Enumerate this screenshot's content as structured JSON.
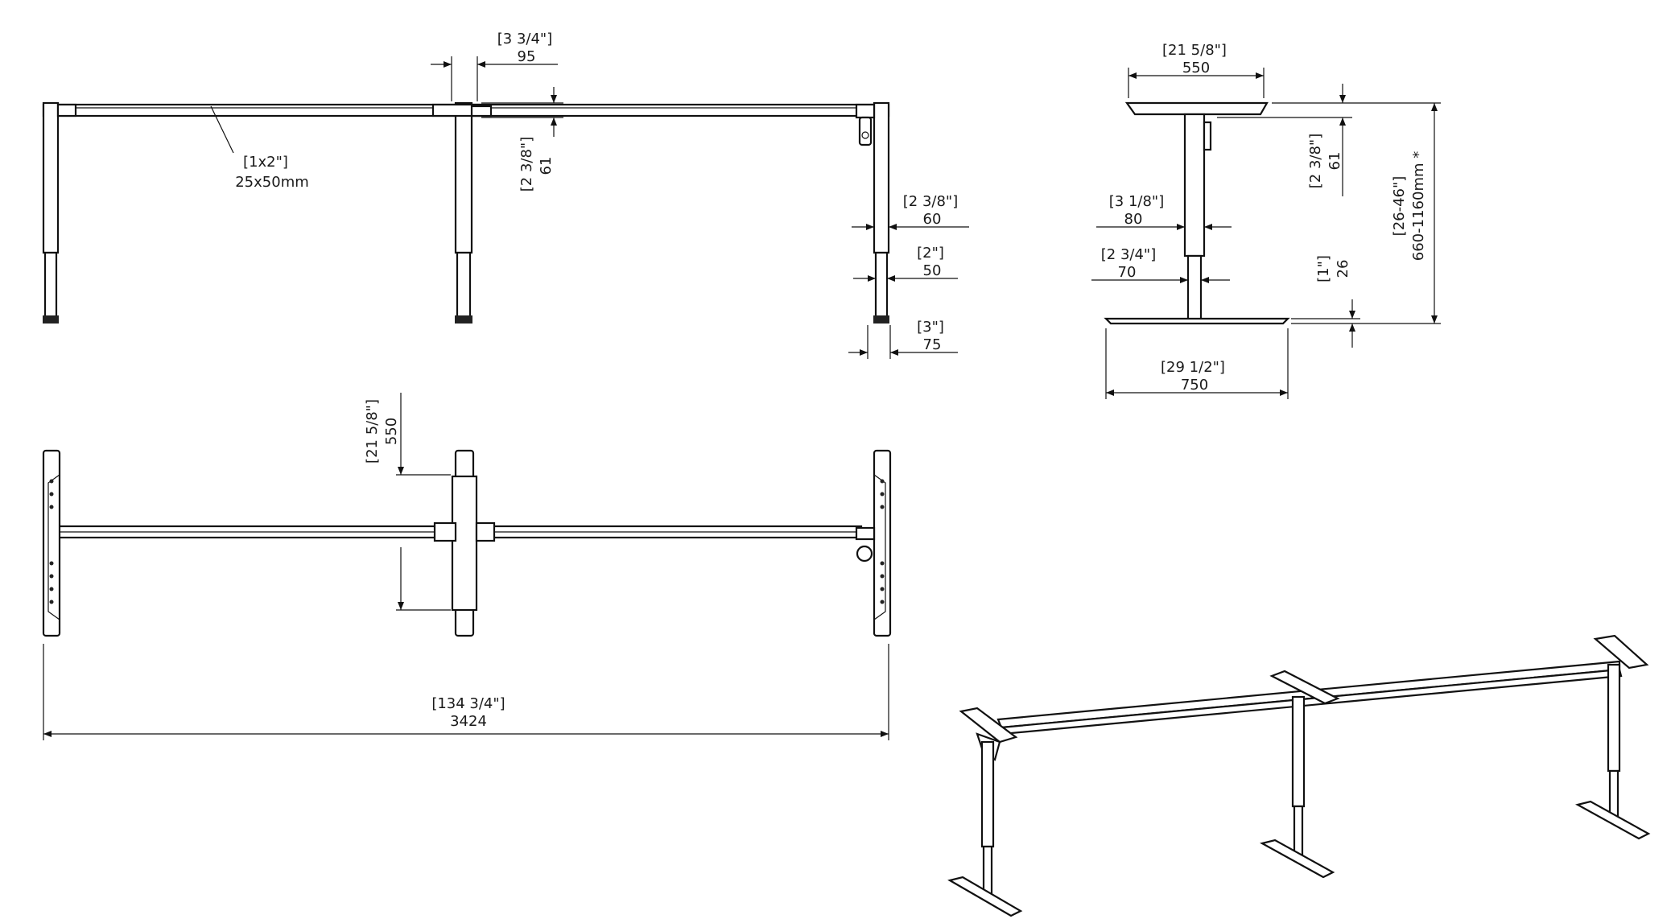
{
  "front_view": {
    "frame_tube": {
      "imperial": "[1x2\"]",
      "metric": "25x50mm"
    },
    "bracket_width": {
      "imperial": "[3 3/4\"]",
      "metric": "95"
    },
    "beam_drop": {
      "imperial": "[2 3/8\"]",
      "metric": "61"
    },
    "upper_column": {
      "imperial": "[2 3/8\"]",
      "metric": "60"
    },
    "lower_column": {
      "imperial": "[2\"]",
      "metric": "50"
    },
    "foot": {
      "imperial": "[3\"]",
      "metric": "75"
    }
  },
  "side_view": {
    "top_bracket": {
      "imperial": "[21 5/8\"]",
      "metric": "550"
    },
    "bracket_height": {
      "imperial": "[2 3/8\"]",
      "metric": "61"
    },
    "column_upper": {
      "imperial": "[3 1/8\"]",
      "metric": "80"
    },
    "column_lower": {
      "imperial": "[2 3/4\"]",
      "metric": "70"
    },
    "foot_height": {
      "imperial": "[1\"]",
      "metric": "26"
    },
    "height_range": {
      "imperial": "[26-46\"]",
      "metric": "660-1160mm *"
    },
    "foot_length": {
      "imperial": "[29 1/2\"]",
      "metric": "750"
    }
  },
  "top_view": {
    "depth": {
      "imperial": "[21 5/8\"]",
      "metric": "550"
    },
    "overall_length": {
      "imperial": "[134 3/4\"]",
      "metric": "3424"
    }
  }
}
